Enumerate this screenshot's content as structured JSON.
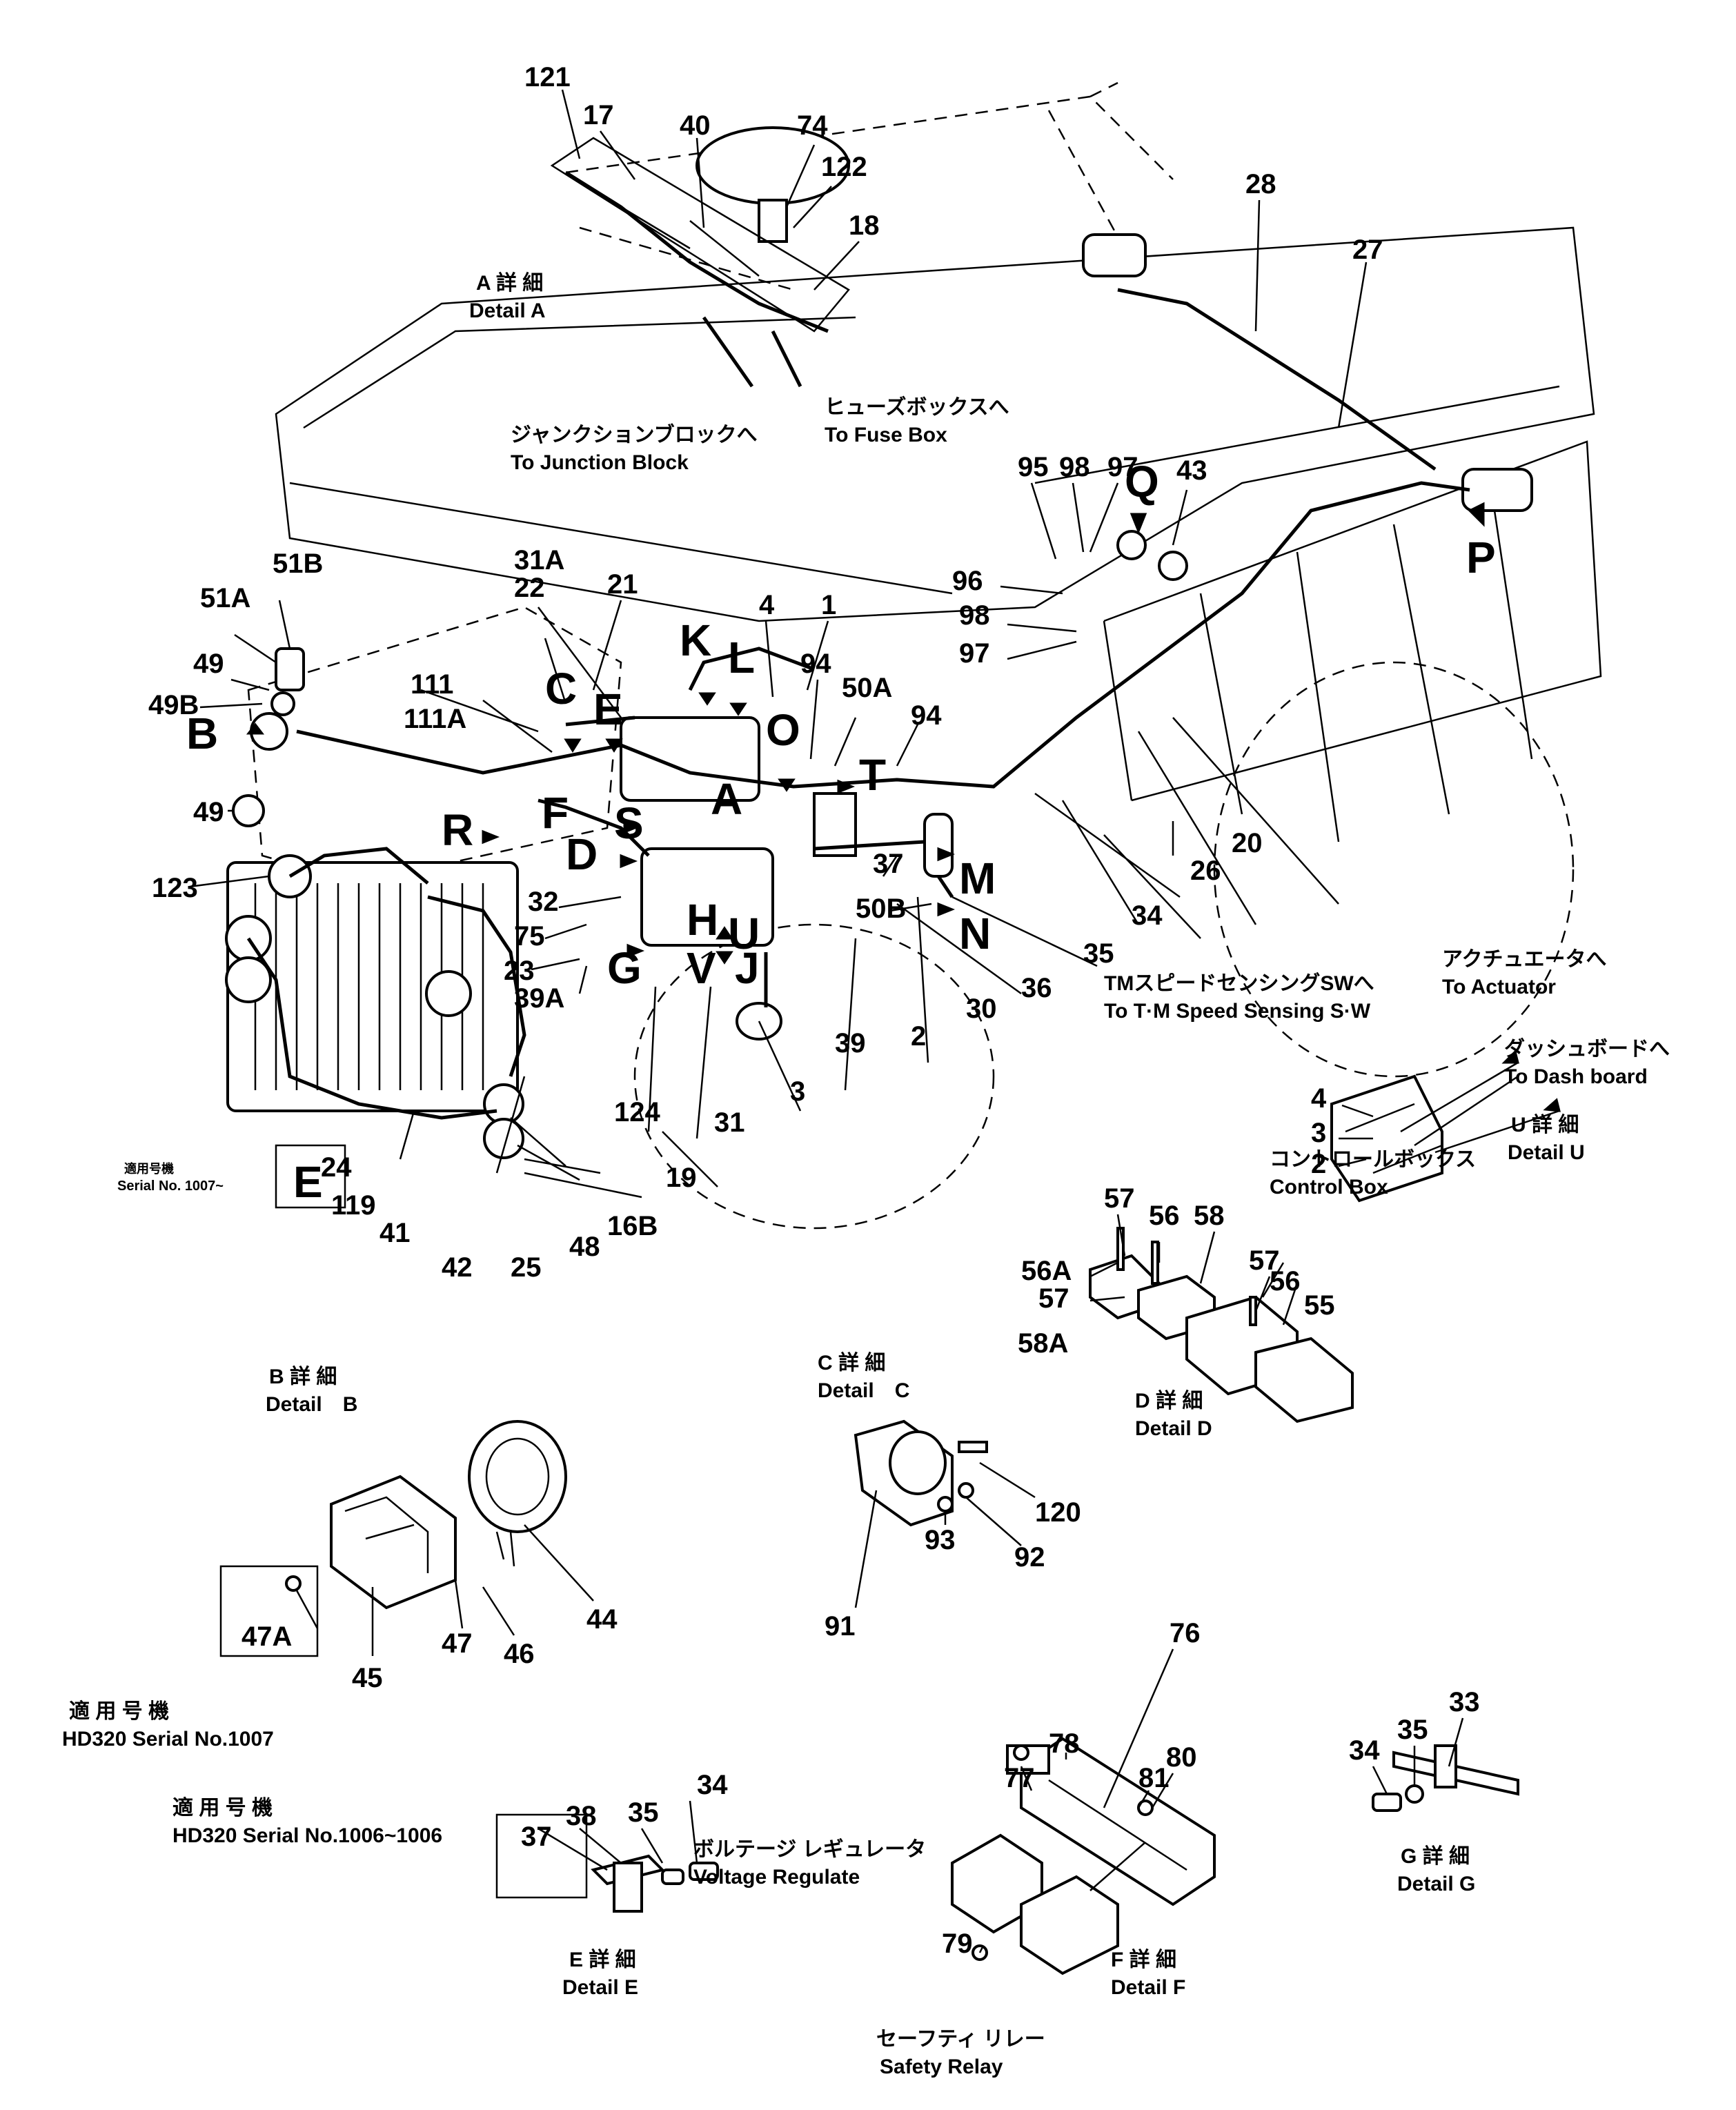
{
  "callouts": {
    "n121": "121",
    "n17": "17",
    "n40": "40",
    "n74": "74",
    "n122": "122",
    "n18": "18",
    "n28": "28",
    "n27": "27",
    "n95": "95",
    "n98a": "98",
    "n97a": "97",
    "n43": "43",
    "n96": "96",
    "n98b": "98",
    "n97b": "97",
    "n31A": "31A",
    "n22": "22",
    "n21": "21",
    "n4a": "4",
    "n1": "1",
    "n94a": "94",
    "n50A": "50A",
    "n94b": "94",
    "n51B": "51B",
    "n51A": "51A",
    "n49a": "49",
    "n49B": "49B",
    "n49b": "49",
    "n111": "111",
    "n111A": "111A",
    "n123": "123",
    "n32": "32",
    "n75": "75",
    "n23": "23",
    "n39A": "39A",
    "n37a": "37",
    "n50B": "50B",
    "n34a": "34",
    "n35a": "35",
    "n26": "26",
    "n20": "20",
    "n36": "36",
    "n30": "30",
    "n2a": "2",
    "n39": "39",
    "n3a": "3",
    "n31": "31",
    "n124": "124",
    "n19": "19",
    "n24": "24",
    "n119": "119",
    "n41": "41",
    "n42": "42",
    "n25": "25",
    "n48": "48",
    "n16B": "16B",
    "n4b": "4",
    "n3b": "3",
    "n2b": "2",
    "n57a": "57",
    "n56a": "56",
    "n58": "58",
    "n56A": "56A",
    "n57b": "57",
    "n58A": "58A",
    "n57c": "57",
    "n56b": "56",
    "n55": "55",
    "n120": "120",
    "n92": "92",
    "n93": "93",
    "n91": "91",
    "n44": "44",
    "n46": "46",
    "n47": "47",
    "n47A": "47A",
    "n45": "45",
    "n33": "33",
    "n35b": "35",
    "n34b": "34",
    "n76": "76",
    "n78": "78",
    "n77": "77",
    "n80": "80",
    "n81": "81",
    "n79": "79",
    "n37b": "37",
    "n38": "38",
    "n35c": "35",
    "n34c": "34"
  },
  "view_letters": {
    "A": "A",
    "B": "B",
    "C": "C",
    "D": "D",
    "E": "E",
    "F": "F",
    "G": "G",
    "H": "H",
    "J": "J",
    "K": "K",
    "L": "L",
    "M": "M",
    "N": "N",
    "O": "O",
    "P": "P",
    "Q": "Q",
    "R": "R",
    "S": "S",
    "T": "T",
    "U": "U",
    "V": "V",
    "E_box": "E"
  },
  "captions": {
    "detail_A_jp": "A 詳 細",
    "detail_A_en": "Detail A",
    "junction_jp": "ジャンクションブロックへ",
    "junction_en": "To Junction Block",
    "fuse_jp": "ヒューズボックスへ",
    "fuse_en": "To Fuse Box",
    "serial_jp_small": "適用号機",
    "serial_small": "Serial No. 1007~",
    "actuator_jp": "アクチュエータへ",
    "actuator_en": "To Actuator",
    "tm_jp": "TMスピードセンシングSWへ",
    "tm_en": "To T·M Speed Sensing S·W",
    "dash_jp": "ダッシュボードへ",
    "dash_en": "To Dash board",
    "detail_U_jp": "U 詳 細",
    "detail_U_en": "Detail U",
    "control_jp": "コントロールボックス",
    "control_en": "Control Box",
    "detail_B_jp": "B 詳 細",
    "detail_B_en": "Detail　B",
    "detail_C_jp": "C 詳 細",
    "detail_C_en": "Detail　C",
    "detail_D_jp": "D 詳 細",
    "detail_D_en": "Detail D",
    "serial1007_jp": "適 用 号 機",
    "serial1007_en": "HD320 Serial No.1007",
    "serial1005_jp": "適 用 号 機",
    "serial1005_en": "HD320 Serial No.1006~1006",
    "voltage_jp": "ボルテージ レギュレータ",
    "voltage_en": "Voltage Regulate",
    "detail_E_jp": "E 詳 細",
    "detail_E_en": "Detail E",
    "detail_F_jp": "F 詳 細",
    "detail_F_en": "Detail F",
    "detail_G_jp": "G 詳 細",
    "detail_G_en": "Detail G",
    "safety_jp": "セーフティ リレー",
    "safety_en": "Safety Relay"
  }
}
